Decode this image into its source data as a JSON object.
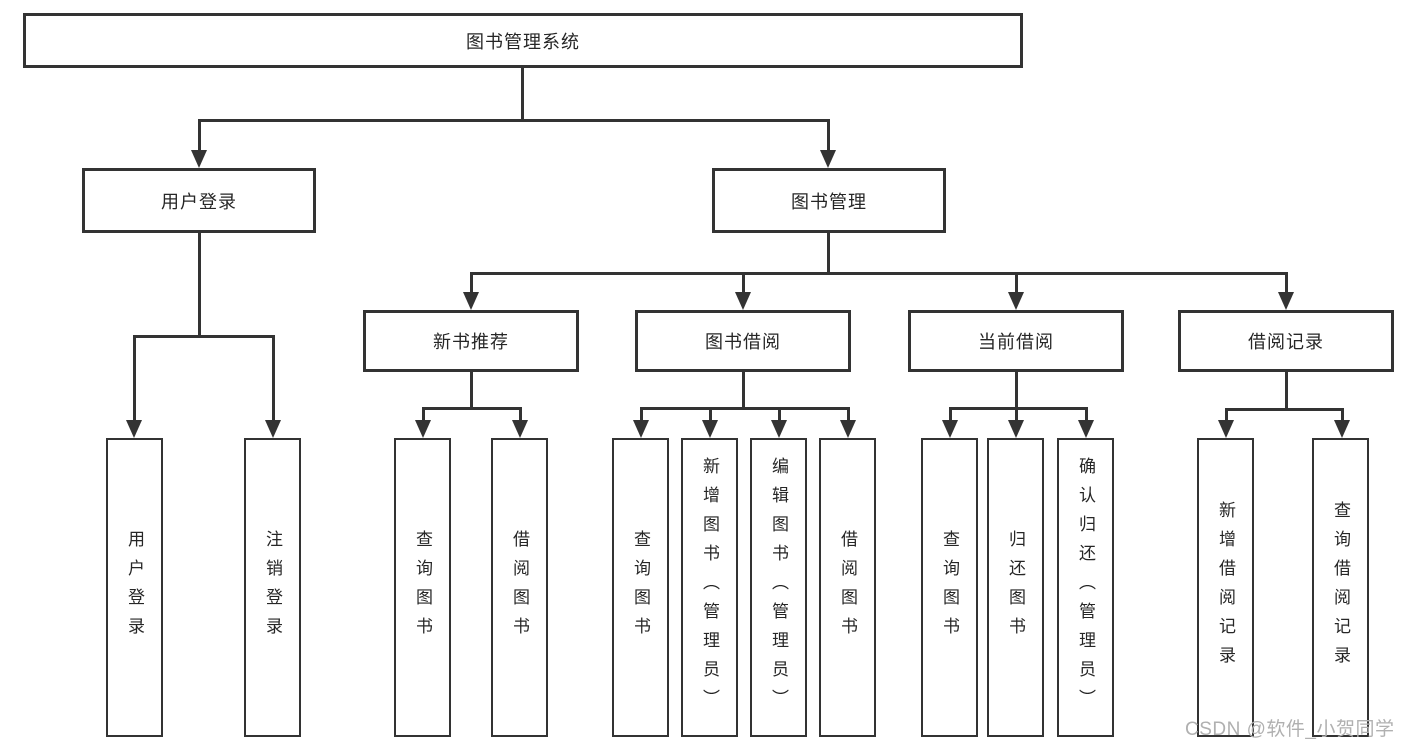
{
  "tree": {
    "root": {
      "label": "图书管理系统"
    },
    "branches": [
      {
        "label": "用户登录",
        "children": [
          {
            "label": "用户登录"
          },
          {
            "label": "注销登录"
          }
        ]
      },
      {
        "label": "图书管理",
        "children": [
          {
            "label": "新书推荐",
            "children": [
              {
                "label": "查询图书"
              },
              {
                "label": "借阅图书"
              }
            ]
          },
          {
            "label": "图书借阅",
            "children": [
              {
                "label": "查询图书"
              },
              {
                "label": "新增图书（管理员）"
              },
              {
                "label": "编辑图书（管理员）"
              },
              {
                "label": "借阅图书"
              }
            ]
          },
          {
            "label": "当前借阅",
            "children": [
              {
                "label": "查询图书"
              },
              {
                "label": "归还图书"
              },
              {
                "label": "确认归还（管理员）"
              }
            ]
          },
          {
            "label": "借阅记录",
            "children": [
              {
                "label": "新增借阅记录"
              },
              {
                "label": "查询借阅记录"
              }
            ]
          }
        ]
      }
    ]
  },
  "watermark": "CSDN @软件_小贺同学",
  "colors": {
    "line": "#333333",
    "text": "#262626",
    "watermark": "#b0b0b0",
    "background": "#ffffff"
  }
}
